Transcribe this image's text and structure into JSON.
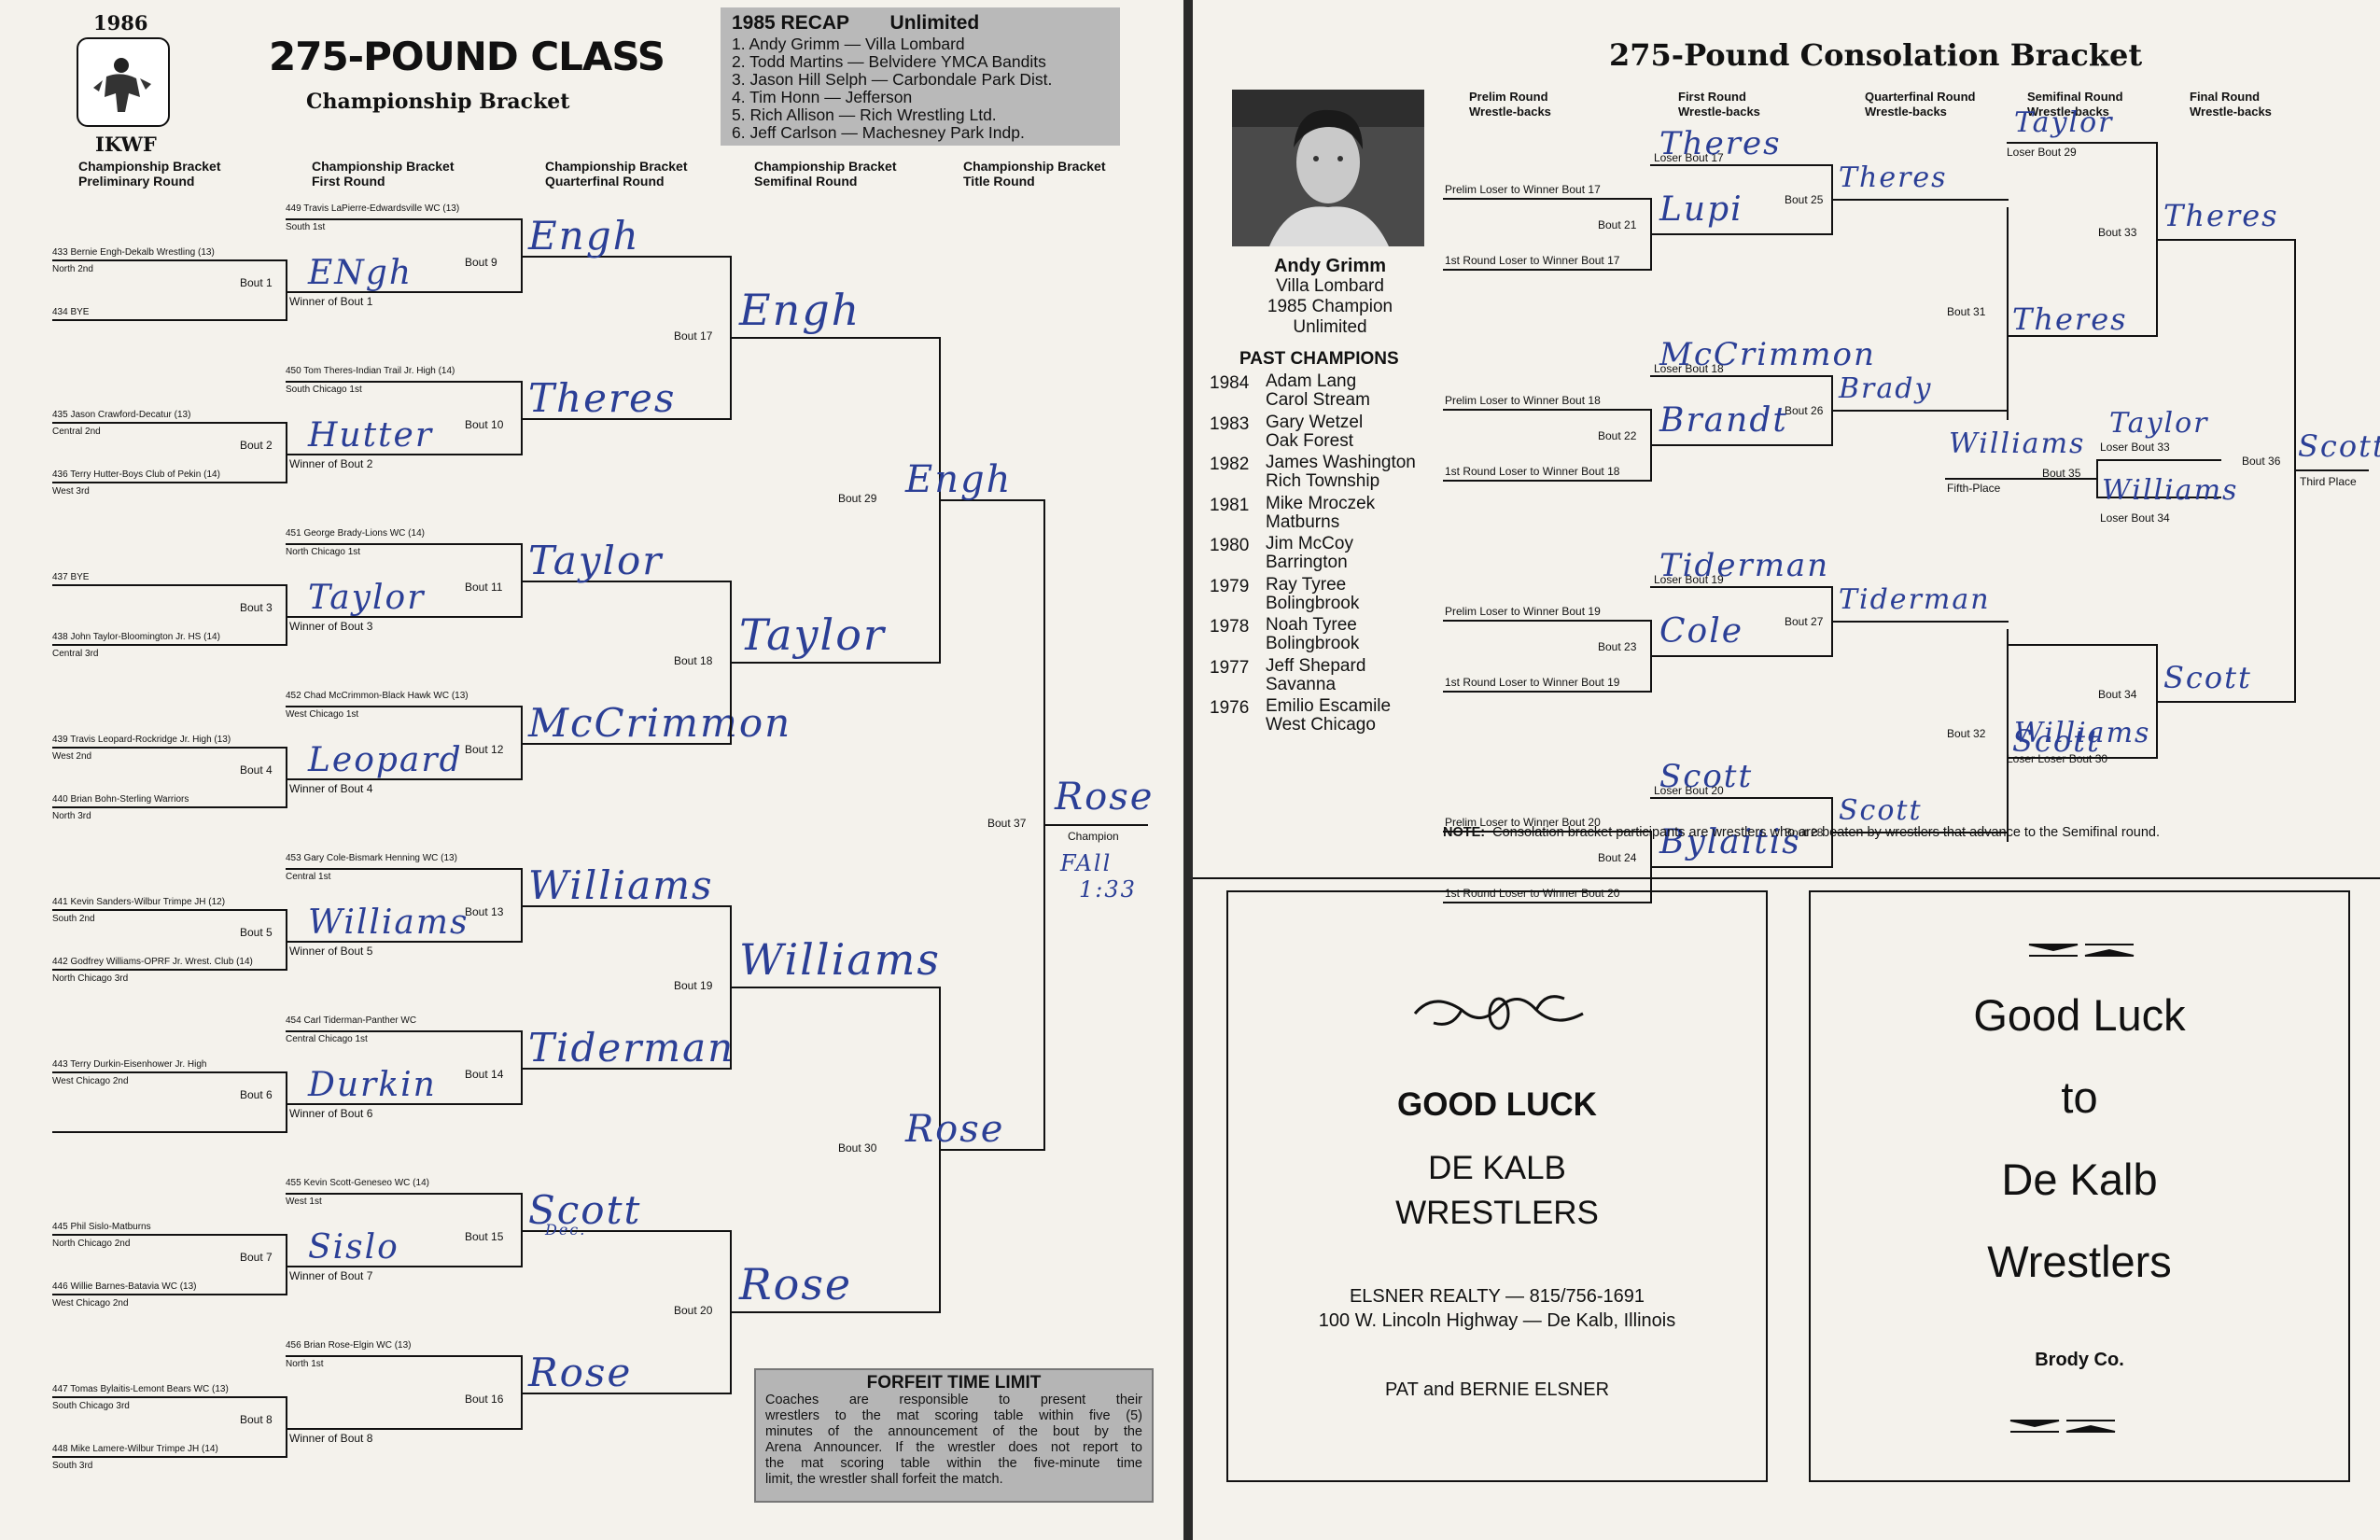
{
  "left": {
    "year": "1986",
    "org": "IKWF",
    "title": "275-POUND CLASS",
    "subtitle": "Championship Bracket",
    "recap": {
      "title": "1985 RECAP",
      "division": "Unlimited",
      "items": [
        "1.  Andy Grimm — Villa Lombard",
        "2.  Todd Martins — Belvidere YMCA Bandits",
        "3.  Jason Hill Selph — Carbondale Park Dist.",
        "4.  Tim Honn — Jefferson",
        "5.  Rich Allison — Rich Wrestling Ltd.",
        "6.  Jeff Carlson — Machesney Park Indp."
      ]
    },
    "col_headers": [
      [
        "Championship Bracket",
        "Preliminary Round"
      ],
      [
        "Championship Bracket",
        "First Round"
      ],
      [
        "Championship Bracket",
        "Quarterfinal Round"
      ],
      [
        "Championship Bracket",
        "Semifinal Round"
      ],
      [
        "Championship Bracket",
        "Title Round"
      ]
    ],
    "prelim": [
      {
        "top": "433 Bernie Engh-Dekalb Wrestling (13)",
        "top_place": "North 2nd",
        "bottom": "434 BYE",
        "bottom_place": "",
        "bout": "Bout 1",
        "winner_label": "Winner of Bout 1",
        "hw": "ENgh"
      },
      {
        "top": "435 Jason Crawford-Decatur (13)",
        "top_place": "Central 2nd",
        "bottom": "436 Terry Hutter-Boys Club of Pekin (14)",
        "bottom_place": "West 3rd",
        "bout": "Bout 2",
        "winner_label": "Winner of Bout 2",
        "hw": "Hutter"
      },
      {
        "top": "437 BYE",
        "top_place": "",
        "bottom": "438 John Taylor-Bloomington Jr. HS (14)",
        "bottom_place": "Central 3rd",
        "bout": "Bout 3",
        "winner_label": "Winner of Bout 3",
        "hw": "Taylor"
      },
      {
        "top": "439 Travis Leopard-Rockridge Jr. High (13)",
        "top_place": "West 2nd",
        "bottom": "440 Brian Bohn-Sterling Warriors",
        "bottom_place": "North 3rd",
        "bout": "Bout 4",
        "winner_label": "Winner of Bout 4",
        "hw": "Leopard"
      },
      {
        "top": "441 Kevin Sanders-Wilbur Trimpe JH (12)",
        "top_place": "South 2nd",
        "bottom": "442 Godfrey Williams-OPRF Jr. Wrest. Club (14)",
        "bottom_place": "North Chicago 3rd",
        "bout": "Bout 5",
        "winner_label": "Winner of Bout 5",
        "hw": "Williams"
      },
      {
        "top": "443 Terry Durkin-Eisenhower Jr. High",
        "top_place": "West Chicago 2nd",
        "bottom": "",
        "bottom_place": "",
        "bout": "Bout 6",
        "winner_label": "Winner of Bout 6",
        "hw": "Durkin"
      },
      {
        "top": "445 Phil Sislo-Matburns",
        "top_place": "North Chicago 2nd",
        "bottom": "446 Willie Barnes-Batavia WC (13)",
        "bottom_place": "West Chicago 2nd",
        "bout": "Bout 7",
        "winner_label": "Winner of Bout 7",
        "hw": "Sislo"
      },
      {
        "top": "447 Tomas Bylaitis-Lemont Bears WC (13)",
        "top_place": "South Chicago 3rd",
        "bottom": "448 Mike Lamere-Wilbur Trimpe JH (14)",
        "bottom_place": "South 3rd",
        "bout": "Bout 8",
        "winner_label": "Winner of Bout 8",
        "hw": ""
      }
    ],
    "first_round": [
      {
        "seed": "449 Travis LaPierre-Edwardsville WC (13)",
        "place": "South 1st",
        "bout": "Bout  9",
        "hw": "Engh"
      },
      {
        "seed": "450 Tom Theres-Indian Trail Jr. High (14)",
        "place": "South Chicago 1st",
        "bout": "Bout 10",
        "hw": "Theres"
      },
      {
        "seed": "451 George Brady-Lions WC (14)",
        "place": "North Chicago 1st",
        "bout": "Bout 11",
        "hw": "Taylor"
      },
      {
        "seed": "452 Chad McCrimmon-Black Hawk WC (13)",
        "place": "West Chicago 1st",
        "bout": "Bout 12",
        "hw": "McCrimmon"
      },
      {
        "seed": "453 Gary Cole-Bismark Henning WC (13)",
        "place": "Central 1st",
        "bout": "Bout 13",
        "hw": "Williams"
      },
      {
        "seed": "454 Carl Tiderman-Panther WC",
        "place": "Central Chicago 1st",
        "bout": "Bout 14",
        "hw": "Tiderman"
      },
      {
        "seed": "455 Kevin Scott-Geneseo WC (14)",
        "place": "West 1st",
        "bout": "Bout 15",
        "hw": "Scott"
      },
      {
        "seed": "456 Brian Rose-Elgin WC (13)",
        "place": "North 1st",
        "bout": "Bout 16",
        "hw": "Rose"
      }
    ],
    "quarter": [
      {
        "bout": "Bout 17",
        "hw": "Engh"
      },
      {
        "bout": "Bout 18",
        "hw": "Taylor"
      },
      {
        "bout": "Bout 19",
        "hw": "Williams"
      },
      {
        "bout": "Bout 20",
        "hw": "Rose"
      }
    ],
    "semi": [
      {
        "bout": "Bout 29",
        "hw": "Engh"
      },
      {
        "bout": "Bout 30",
        "hw": "Rose"
      }
    ],
    "title_round": {
      "bout": "Bout 37",
      "label": "Champion",
      "hw": "Rose",
      "note1": "FAll",
      "note2": "1:33"
    },
    "hw_dec": "Dec.",
    "forfeit": {
      "title": "FORFEIT TIME LIMIT",
      "lines": [
        "Coaches are responsible to present their",
        "wrestlers to the mat scoring table within five (5)",
        "minutes of the announcement of the bout by the",
        "Arena Announcer. If the wrestler does not report to",
        "the mat scoring table within the five-minute time",
        "limit, the wrestler shall forfeit the match."
      ]
    }
  },
  "right": {
    "title": "275-Pound Consolation Bracket",
    "champion": {
      "name": "Andy Grimm",
      "school": "Villa Lombard",
      "line3": "1985 Champion",
      "line4": "Unlimited"
    },
    "past_title": "PAST CHAMPIONS",
    "past": [
      {
        "year": "1984",
        "name": "Adam Lang",
        "school": "Carol Stream"
      },
      {
        "year": "1983",
        "name": "Gary Wetzel",
        "school": "Oak Forest"
      },
      {
        "year": "1982",
        "name": "James Washington",
        "school": "Rich Township"
      },
      {
        "year": "1981",
        "name": "Mike Mroczek",
        "school": "Matburns"
      },
      {
        "year": "1980",
        "name": "Jim McCoy",
        "school": "Barrington"
      },
      {
        "year": "1979",
        "name": "Ray Tyree",
        "school": "Bolingbrook"
      },
      {
        "year": "1978",
        "name": "Noah Tyree",
        "school": "Bolingbrook"
      },
      {
        "year": "1977",
        "name": "Jeff Shepard",
        "school": "Savanna"
      },
      {
        "year": "1976",
        "name": "Emilio Escamile",
        "school": "West Chicago"
      }
    ],
    "col_headers": [
      [
        "Prelim Round",
        "Wrestle-backs"
      ],
      [
        "First Round",
        "Wrestle-backs"
      ],
      [
        "Quarterfinal Round",
        "Wrestle-backs"
      ],
      [
        "Semifinal Round",
        "Wrestle-backs"
      ],
      [
        "Final Round",
        "Wrestle-backs"
      ]
    ],
    "groups": [
      {
        "prelim": "Prelim Loser to Winner Bout 17",
        "prelim_bout": "Bout 21",
        "first": "1st Round Loser to Winner Bout 17",
        "loser": "Loser Bout 17",
        "fr_bout": "Bout 25",
        "hw_prelim": "Lupi",
        "hw_loser": "Theres",
        "hw_first": "Theres"
      },
      {
        "prelim": "Prelim Loser to Winner Bout 18",
        "prelim_bout": "Bout 22",
        "first": "1st Round Loser to Winner Bout 18",
        "loser": "Loser Bout 18",
        "fr_bout": "Bout 26",
        "hw_prelim": "Brandt",
        "hw_loser": "McCrimmon",
        "hw_first": "Brady"
      },
      {
        "prelim": "Prelim Loser to Winner Bout 19",
        "prelim_bout": "Bout 23",
        "first": "1st Round Loser to Winner Bout 19",
        "loser": "Loser Bout 19",
        "fr_bout": "Bout 27",
        "hw_prelim": "Cole",
        "hw_loser": "Tiderman",
        "hw_first": "Tiderman"
      },
      {
        "prelim": "Prelim Loser to Winner Bout 20",
        "prelim_bout": "Bout 24",
        "first": "1st Round Loser to Winner Bout 20",
        "loser": "Loser Bout 20",
        "fr_bout": "Bout 28",
        "hw_prelim": "Bylaitis",
        "hw_loser": "Scott",
        "hw_first": "Scott"
      }
    ],
    "qf": [
      {
        "bout": "Bout 31",
        "hw": "Theres"
      },
      {
        "bout": "Bout 32",
        "hw": "Scott"
      }
    ],
    "sf": [
      {
        "loser": "Loser Bout 29",
        "bout": "Bout 33",
        "hw_loser": "Taylor",
        "hw": "Theres"
      },
      {
        "loser": "Loser Loser Bout 30",
        "bout": "Bout 34",
        "hw_loser": "Williams",
        "hw": "Scott"
      }
    ],
    "fifth": {
      "label": "Fifth-Place",
      "loser33": "Loser Bout 33",
      "loser34": "Loser Bout 34",
      "bout35": "Bout 35",
      "hw_winner": "Williams",
      "hw_l33": "Taylor",
      "hw_l34": "Williams"
    },
    "third": {
      "bout36": "Bout 36",
      "label": "Third Place",
      "hw": "Scott"
    },
    "note_label": "NOTE:",
    "note": "Consolation bracket participants are wrestlers who are beaten by wrestlers that advance to the Semifinal round.",
    "ad1": {
      "good_luck": "GOOD LUCK",
      "line1": "DE KALB",
      "line2": "WRESTLERS",
      "contact": "ELSNER REALTY — 815/756-1691",
      "address": "100 W. Lincoln Highway — De Kalb, Illinois",
      "names": "PAT and BERNIE ELSNER"
    },
    "ad2": {
      "line1": "Good Luck",
      "line2": "to",
      "line3": "De Kalb",
      "line4": "Wrestlers",
      "sponsor": "Brody Co."
    }
  }
}
